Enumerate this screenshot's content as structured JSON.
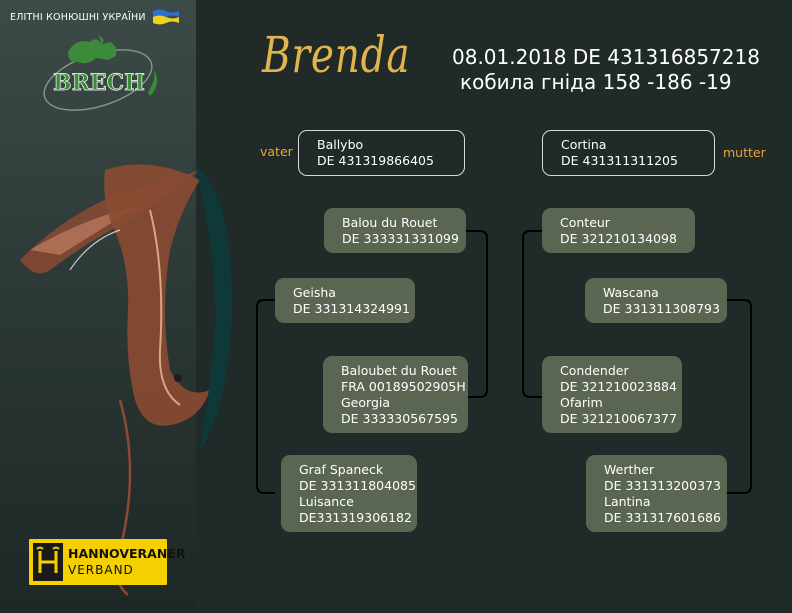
{
  "stable_tag": "ЕЛІТНІ КОНЮШНІ УКРАЇНИ",
  "logo_text": "BRECH",
  "association": {
    "line1": "HANNOVERANER",
    "line2": "VERBAND"
  },
  "horse": {
    "name": "Brenda",
    "date_and_id": "08.01.2018   DE 431316857218",
    "details": "кобила  гніда  158 -186 -19"
  },
  "labels": {
    "sire_side": "vater",
    "dam_side": "mutter"
  },
  "pedigree": {
    "sire": {
      "name": "Ballybo",
      "id": "DE 431319866405"
    },
    "dam": {
      "name": "Cortina",
      "id": "DE 431311311205"
    },
    "sire_sire": {
      "name": "Balou du Rouet",
      "id": "DE 333331331099"
    },
    "sire_dam": {
      "name": "Geisha",
      "id": "DE 331314324991"
    },
    "sire_sire_parents": {
      "sire_name": "Baloubet du Rouet",
      "sire_id": "FRA 00189502905H",
      "dam_name": "Georgia",
      "dam_id": "DE 333330567595"
    },
    "sire_dam_parents": {
      "sire_name": "Graf Spaneck",
      "sire_id": "DE 331311804085",
      "dam_name": "Luisance",
      "dam_id": "DE331319306182"
    },
    "dam_sire": {
      "name": "Conteur",
      "id": "DE 321210134098"
    },
    "dam_dam": {
      "name": "Wascana",
      "id": "DE 331311308793"
    },
    "dam_sire_parents": {
      "sire_name": "Condender",
      "sire_id": "DE 321210023884",
      "dam_name": "Ofarim",
      "dam_id": "DE 321210067377"
    },
    "dam_dam_parents": {
      "sire_name": "Werther",
      "sire_id": "DE 331313200373",
      "dam_name": "Lantina",
      "dam_id": "DE 331317601686"
    }
  },
  "colors": {
    "accent": "#e3b34c",
    "orange": "#e7a43c",
    "box_fill": "#5a6552",
    "bg": "#1f2a29"
  },
  "icons": {
    "flag": "ukraine-flag-icon",
    "logo": "brech-logo-icon",
    "horse": "horse-head-art",
    "assoc": "hannoveraner-brand-icon"
  }
}
